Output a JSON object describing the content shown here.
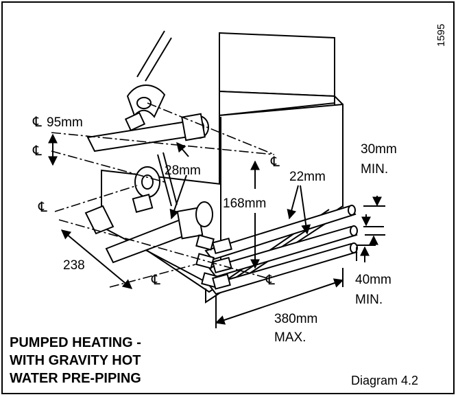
{
  "diagram": {
    "code": "1595",
    "caption": "Diagram 4.2",
    "title_lines": [
      "PUMPED HEATING -",
      "WITH GRAVITY HOT",
      "WATER PRE-PIPING"
    ],
    "centre_line_symbol": "℄",
    "dimensions": {
      "d95": "95mm",
      "d28": "28mm",
      "d22": "22mm",
      "d168": "168mm",
      "d30": "30mm",
      "d30_min": "MIN.",
      "d40": "40mm",
      "d40_min": "MIN.",
      "d238": "238",
      "d380": "380mm",
      "d380_max": "MAX."
    }
  }
}
